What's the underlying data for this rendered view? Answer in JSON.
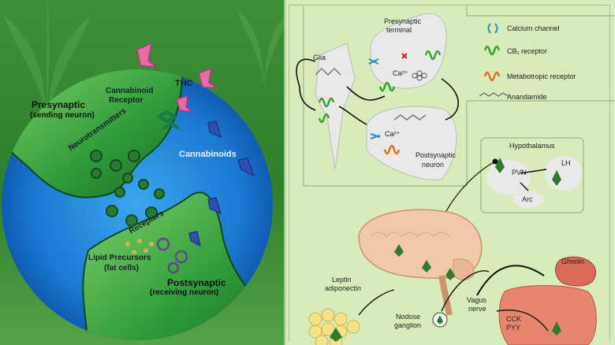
{
  "left_diagram": {
    "presynaptic_title": "Presynaptic",
    "presynaptic_sub": "(sending neuron)",
    "cannabinoid_receptor_line1": "Cannabinoid",
    "cannabinoid_receptor_line2": "Receptor",
    "thc": "THC",
    "neurotransmitters": "Neurotransmitters",
    "cannabinoids": "Cannabinoids",
    "receptors": "Receptors",
    "lipid_line1": "Lipid Precursors",
    "lipid_line2": "(fat cells)",
    "postsynaptic_title": "Postsynaptic",
    "postsynaptic_sub": "(receiving neuron)"
  },
  "right_diagram": {
    "presynaptic_terminal_line1": "Presynaptic",
    "presynaptic_terminal_line2": "terminal",
    "glia": "Glia",
    "ca_top": "Ca²⁺",
    "ca_bottom": "Ca²⁺",
    "postsynaptic_neuron_line1": "Postsynaptic",
    "postsynaptic_neuron_line2": "neuron",
    "hypothalamus": "Hypothalamus",
    "pvn": "PVN",
    "lh": "LH",
    "arc": "Arc",
    "leptin_line1": "Leptin",
    "leptin_line2": "adiponectin",
    "ghrelin": "Ghrelin",
    "vagus_line1": "Vagus",
    "vagus_line2": "nerve",
    "nodose_line1": "Nodose",
    "nodose_line2": "ganglion",
    "cck": "CCK",
    "pyy": "PYY"
  },
  "legend": {
    "items": [
      {
        "label": "Calcium channel",
        "icon": "calcium-channel-icon",
        "color": "#2a8fc0"
      },
      {
        "label": "CB₁ receptor",
        "icon": "cb1-receptor-icon",
        "color": "#3aa030"
      },
      {
        "label": "Metabotropic receptor",
        "icon": "metabotropic-receptor-icon",
        "color": "#e07020"
      },
      {
        "label": "Anandamide",
        "icon": "anandamide-icon",
        "color": "#777777"
      }
    ]
  },
  "colors": {
    "background": "#3e8f3a",
    "panel": "#d7ecb9",
    "circle_blue": "#1f7fd8",
    "neuron_green": "#2f9a3a",
    "thc_pink": "#e86aa8",
    "cannabinoid_blue": "#2d4fb0"
  }
}
